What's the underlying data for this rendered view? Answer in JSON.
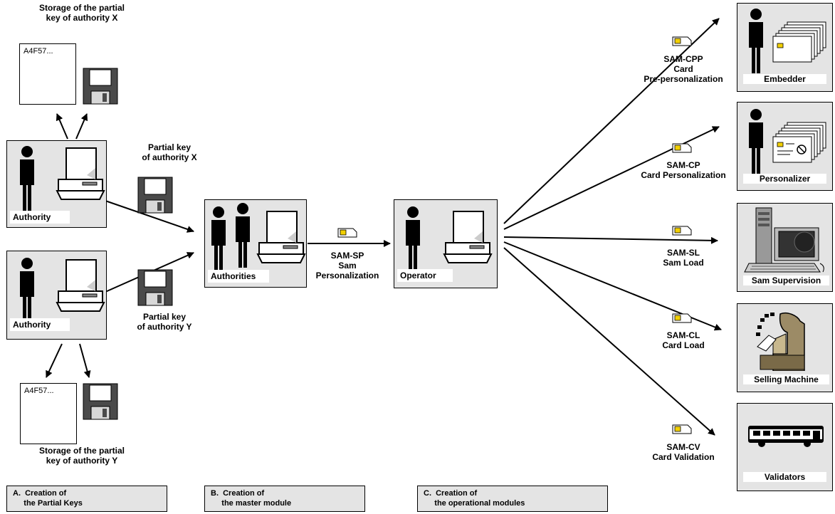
{
  "storage_x": {
    "title": "Storage of the partial\nkey of authority X",
    "doc_text": "A4F57..."
  },
  "storage_y": {
    "title": "Storage of the partial\nkey of authority Y",
    "doc_text": "A4F57..."
  },
  "authority_top": {
    "label": "Authority"
  },
  "authority_bottom": {
    "label": "Authority"
  },
  "partial_key_x": {
    "label": "Partial key\nof authority X"
  },
  "partial_key_y": {
    "label": "Partial key\nof authority Y"
  },
  "authorities": {
    "label": "Authorities"
  },
  "sam_sp": {
    "label": "SAM-SP\nSam\nPersonalization"
  },
  "operator": {
    "label": "Operator"
  },
  "flows": [
    {
      "label": "SAM-CPP\nCard\nPre-personalization"
    },
    {
      "label": "SAM-CP\nCard Personalization"
    },
    {
      "label": "SAM-SL\nSam Load"
    },
    {
      "label": "SAM-CL\nCard Load"
    },
    {
      "label": "SAM-CV\nCard Validation"
    }
  ],
  "targets": [
    {
      "label": "Embedder"
    },
    {
      "label": "Personalizer"
    },
    {
      "label": "Sam Supervision"
    },
    {
      "label": "Selling Machine"
    },
    {
      "label": "Validators"
    }
  ],
  "phases": [
    {
      "label": "A.  Creation of\n     the Partial Keys"
    },
    {
      "label": "B.  Creation of\n     the master module"
    },
    {
      "label": "C.  Creation of\n     the operational modules"
    }
  ]
}
